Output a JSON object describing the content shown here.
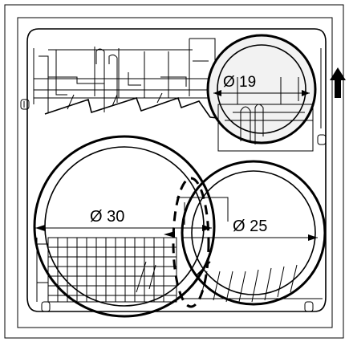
{
  "labels": {
    "small_plate": "Ø 19",
    "large_plate": "Ø 30",
    "medium_plate": "Ø 25"
  },
  "icons": {
    "direction": "arrow-up-icon"
  }
}
